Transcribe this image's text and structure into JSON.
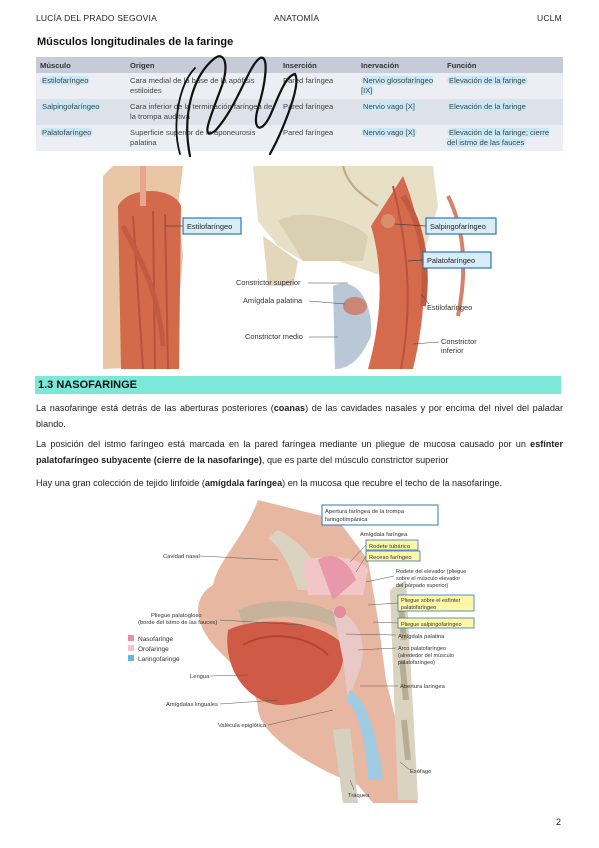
{
  "header": {
    "author": "LUCÍA DEL PRADO SEGOVIA",
    "subject": "ANATOMÍA",
    "university": "UCLM"
  },
  "section_title": "Músculos longitudinales de la faringe",
  "table": {
    "headers": [
      "Músculo",
      "Origen",
      "Inserción",
      "Inervación",
      "Función"
    ],
    "rows": [
      [
        "Estilofaríngeo",
        "Cara medial de la base de la apófisis estiloides",
        "Pared faríngea",
        "Nervio glosofaríngeo [IX]",
        "Elevación de la faringe"
      ],
      [
        "Salpingofaríngeo",
        "Cara inferior de la terminación faríngea de la trompa auditiva",
        "Pared faríngea",
        "Nervio vago [X]",
        "Elevación de la faringe"
      ],
      [
        "Palatofaríngeo",
        "Superficie superior de la aponeurosis palatina",
        "Pared faríngea",
        "Nervio vago [X]",
        "Elevación de la faringe; cierre del istmo de las fauces"
      ]
    ]
  },
  "figure1": {
    "labels": {
      "estilofaringeo_box": "Estilofaríngeo",
      "salpingofaringeo": "Salpingofaríngeo",
      "palatofaringeo": "Palatofaríngeo",
      "constrictor_superior": "Constrictor superior",
      "amigdala_palatina": "Amígdala palatina",
      "constrictor_medio": "Constrictor medio",
      "estilofaringeo": "Estilofaríngeo",
      "constrictor_inferior_1": "Constrictor",
      "constrictor_inferior_2": "inferior"
    }
  },
  "section2": {
    "heading": "1.3 NASOFARINGE",
    "p1_a": "La nasofaringe está detrás de las aberturas posteriores (",
    "p1_b": "coanas",
    "p1_c": ") de las cavidades nasales y por encima del nivel del paladar blando.",
    "p2_a": "La posición del istmo faríngeo está marcada en la pared faríngea mediante un pliegue de mucosa causado por un ",
    "p2_b": "esfínter palatofaríngeo subyacente (cierre de la nasofaringe)",
    "p2_c": ", que es parte del músculo constrictor superior",
    "p3_a": "Hay una gran colección de tejido linfoide (",
    "p3_b": "amígdala faríngea",
    "p3_c": ") en la mucosa que recubre el techo de la nasofaringe."
  },
  "figure2": {
    "labels": {
      "apertura_1": "Apertura faríngea de la trompa",
      "apertura_2": "faringotimpánica",
      "amigdala_faringea": "Amígdala faríngea",
      "rodete_tubarico": "Rodete tubárico",
      "receso_faringeo": "Receso faríngeo",
      "cavidad_nasal": "Cavidad nasal",
      "rodete_elevador_1": "Rodete del elevador (pliegue",
      "rodete_elevador_2": "sobre el músculo elevador",
      "rodete_elevador_3": "del párpado superior)",
      "pliegue_esfinter_1": "Pliegue sobre el esfínter",
      "pliegue_esfinter_2": "palatofaríngeo",
      "pliegue_palatogloso_1": "Pliegue palatogloso",
      "pliegue_palatogloso_2": "(borde del istmo de las fauces)",
      "pliegue_salpingo": "Pliegue salpingofaríngeo",
      "amigdala_palatina": "Amígdala palatina",
      "arco_palatofaringeo_1": "Arco palatofaríngeo",
      "arco_palatofaringeo_2": "(alrededor del músculo",
      "arco_palatofaringeo_3": "palatofaríngeo)",
      "legend_naso": "Nasofaringe",
      "legend_oro": "Orofaringe",
      "legend_laringo": "Laringofaringe",
      "lengua": "Lengua",
      "abertura_laringea": "Abertura laríngea",
      "amigdalas_linguales": "Amígdalas linguales",
      "valecula": "Valécula epiglótica",
      "esofago": "Esófago",
      "traquea": "Tráquea"
    },
    "legend_colors": {
      "naso": "#e58fa6",
      "oro": "#e9c8c8",
      "laringo": "#63b6dd"
    }
  },
  "page_number": "2"
}
